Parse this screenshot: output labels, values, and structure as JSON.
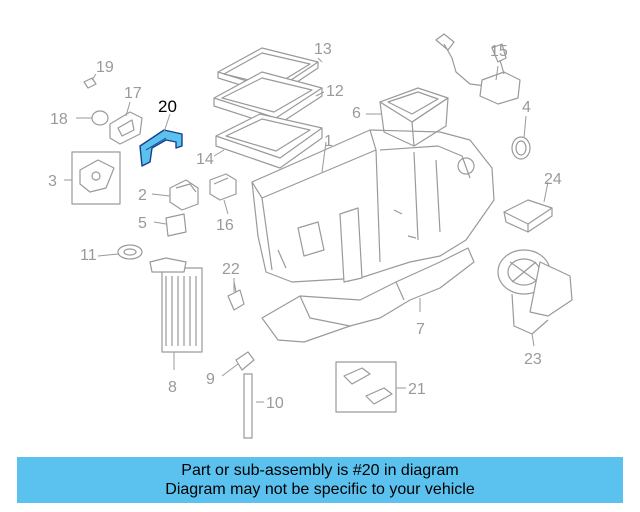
{
  "diagram": {
    "highlighted_part": "20",
    "callouts": [
      "1",
      "2",
      "3",
      "4",
      "5",
      "6",
      "7",
      "8",
      "9",
      "10",
      "11",
      "12",
      "13",
      "14",
      "15",
      "16",
      "17",
      "18",
      "19",
      "21",
      "22",
      "23",
      "24"
    ]
  },
  "banner": {
    "line1": "Part or sub-assembly is #20 in diagram",
    "line2": "Diagram may not be specific to your vehicle",
    "color": "#5bc2f0"
  },
  "colors": {
    "highlight": "#5bc2f0",
    "linework": "#9a9a9a"
  }
}
